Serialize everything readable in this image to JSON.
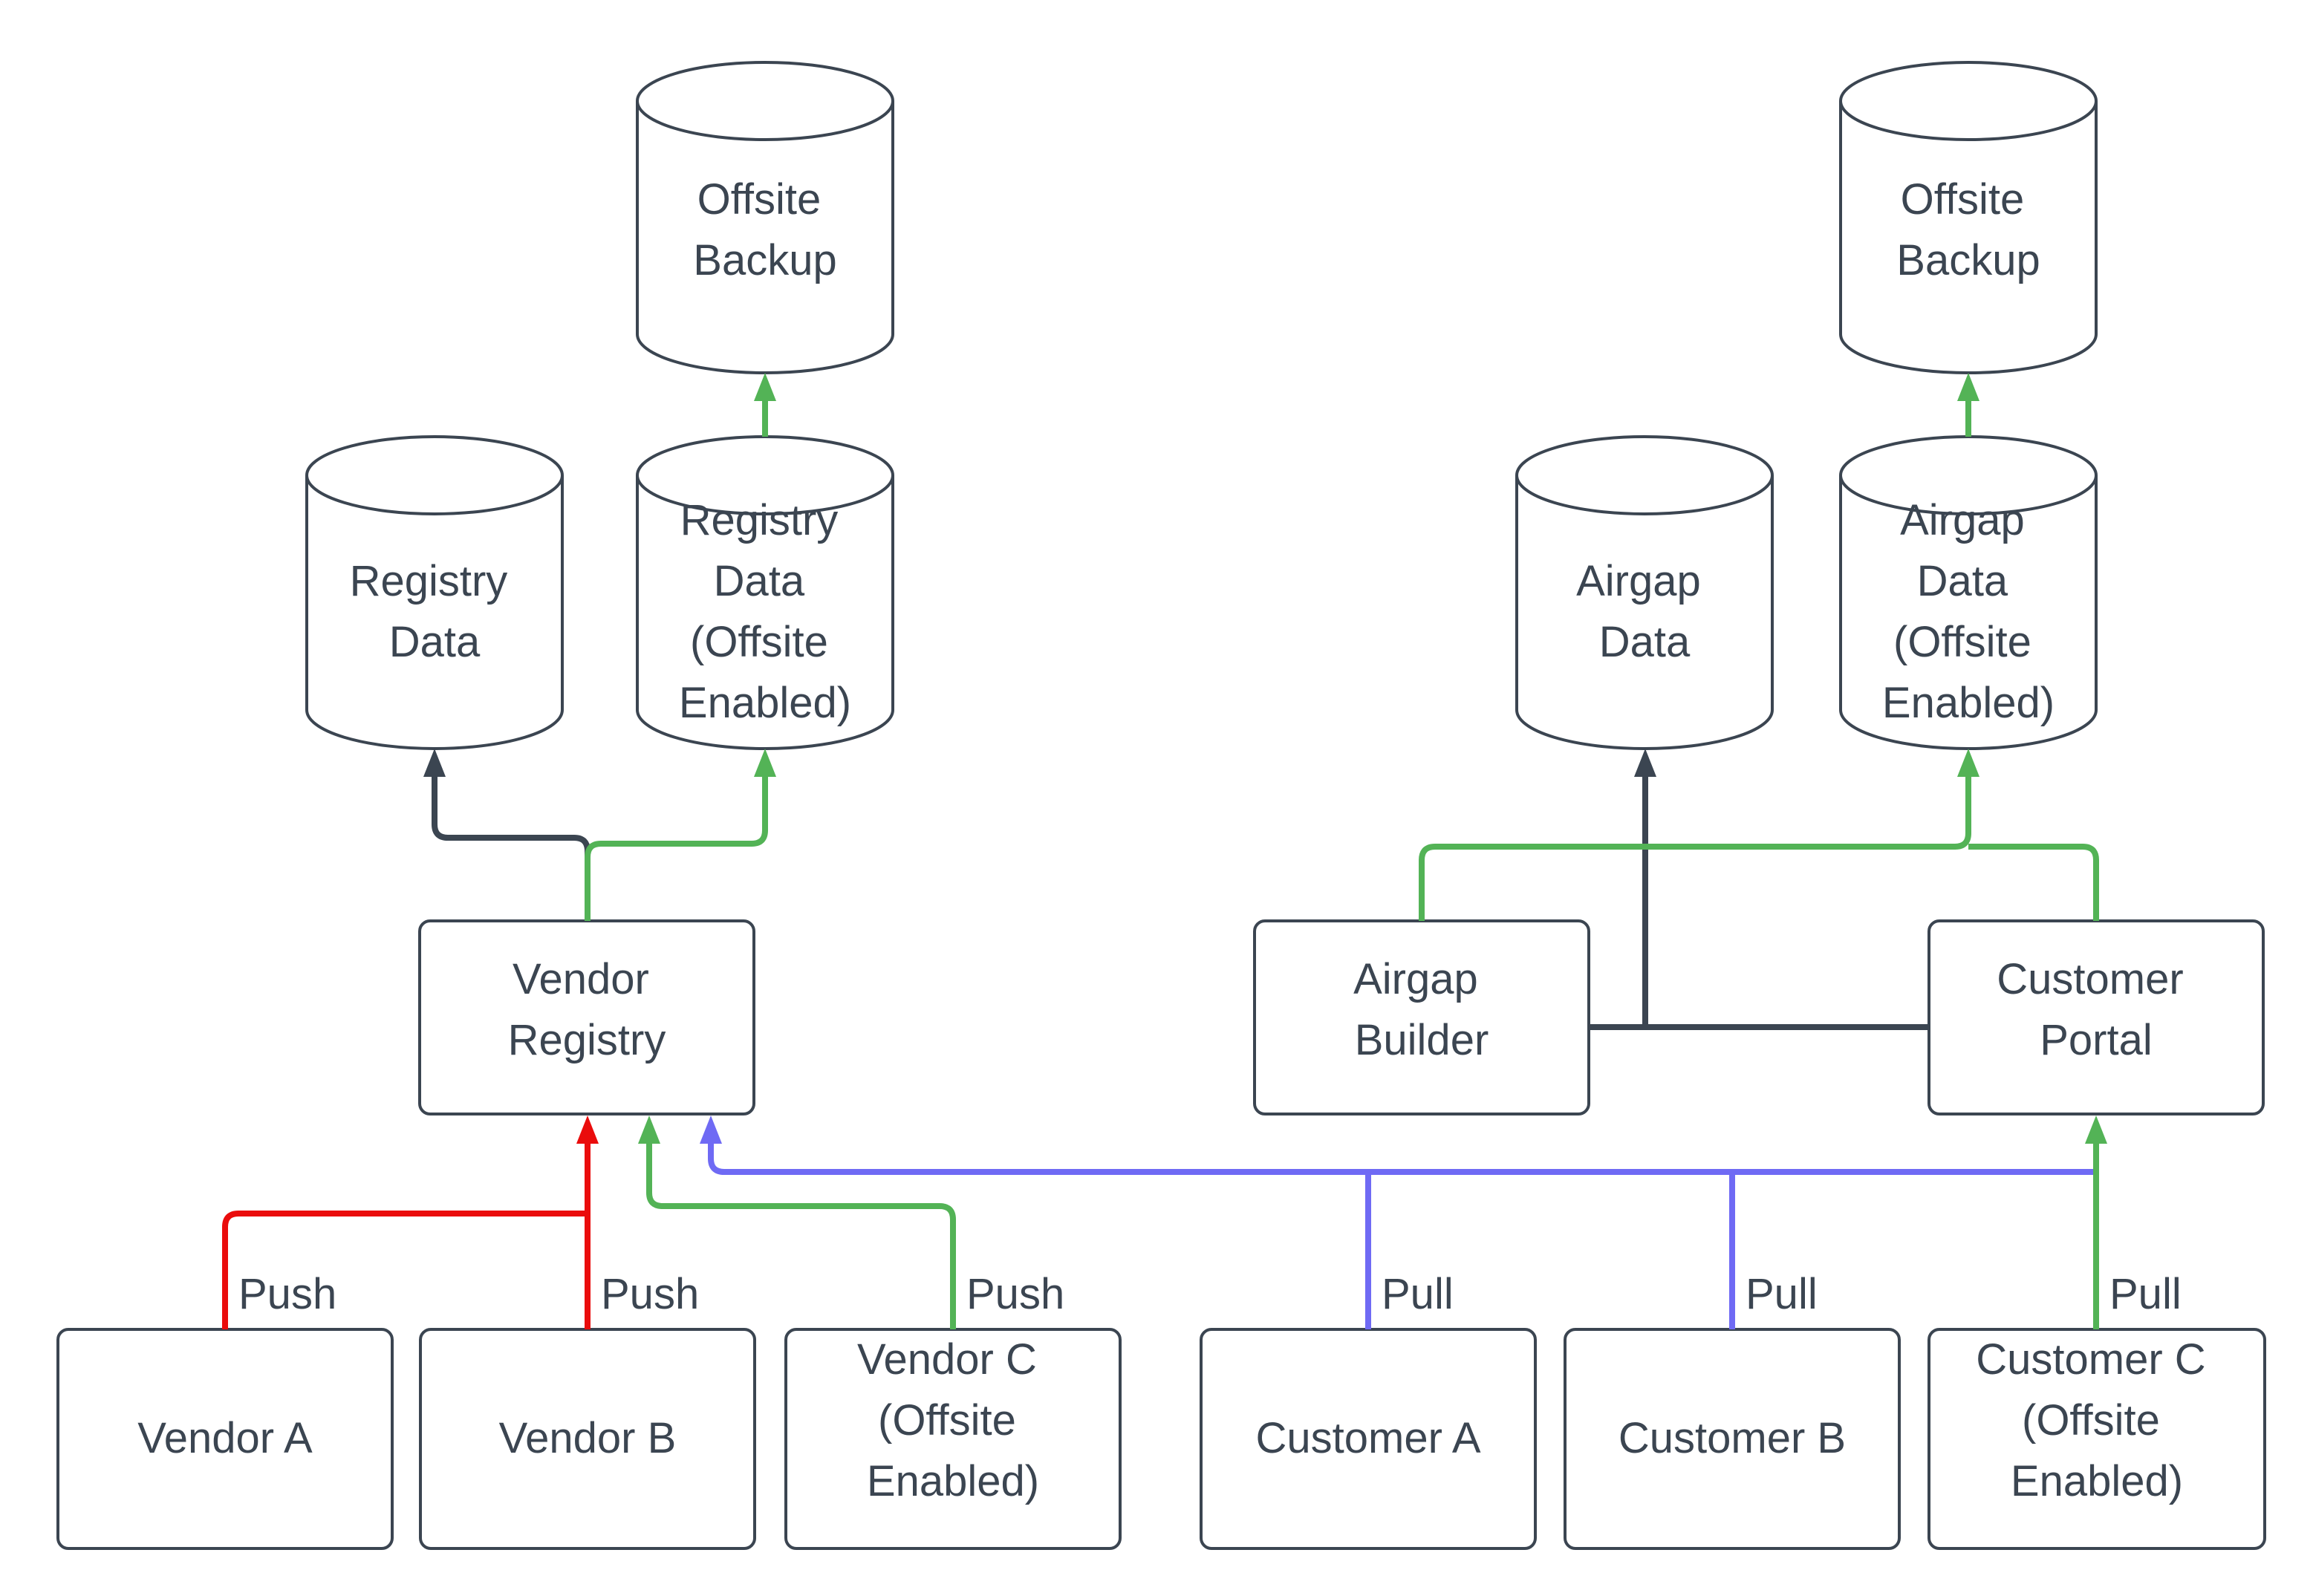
{
  "diagram": {
    "colors": {
      "dark": "#3b4551",
      "text": "#3b4551",
      "green": "#53b356",
      "red": "#ea0c0c",
      "blue": "#6f6af4"
    },
    "nodes": {
      "offsite_backup_left": {
        "lines": [
          "Offsite",
          "Backup"
        ]
      },
      "registry_data": {
        "lines": [
          "Registry",
          "Data"
        ]
      },
      "registry_data_offsite": {
        "lines": [
          "Registry",
          "Data",
          "(Offsite",
          "Enabled)"
        ]
      },
      "vendor_registry": {
        "lines": [
          "Vendor",
          "Registry"
        ]
      },
      "vendor_a": {
        "lines": [
          "Vendor A"
        ]
      },
      "vendor_b": {
        "lines": [
          "Vendor B"
        ]
      },
      "vendor_c": {
        "lines": [
          "Vendor C",
          "(Offsite",
          "Enabled)"
        ]
      },
      "offsite_backup_right": {
        "lines": [
          "Offsite",
          "Backup"
        ]
      },
      "airgap_data": {
        "lines": [
          "Airgap",
          "Data"
        ]
      },
      "airgap_data_offsite": {
        "lines": [
          "Airgap",
          "Data",
          "(Offsite",
          "Enabled)"
        ]
      },
      "airgap_builder": {
        "lines": [
          "Airgap",
          "Builder"
        ]
      },
      "customer_portal": {
        "lines": [
          "Customer",
          "Portal"
        ]
      },
      "customer_a": {
        "lines": [
          "Customer A"
        ]
      },
      "customer_b": {
        "lines": [
          "Customer B"
        ]
      },
      "customer_c": {
        "lines": [
          "Customer C",
          "(Offsite",
          "Enabled)"
        ]
      }
    },
    "edge_labels": {
      "push": [
        "Push",
        "Push",
        "Push"
      ],
      "pull": [
        "Pull",
        "Pull",
        "Pull"
      ]
    }
  }
}
